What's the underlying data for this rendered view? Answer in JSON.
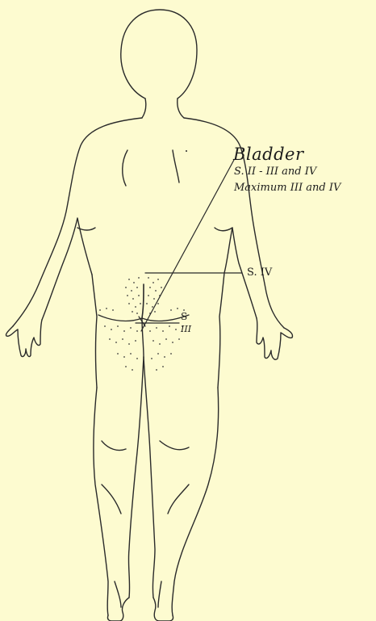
{
  "labels": {
    "organ": "Bladder",
    "segments": "S. II - III and IV",
    "maximum": "Maximum III and IV",
    "s4": "S. IV",
    "s": "S",
    "s3": "III"
  },
  "colors": {
    "paper": "#fdfbd0",
    "ink": "#2a2a2a"
  }
}
